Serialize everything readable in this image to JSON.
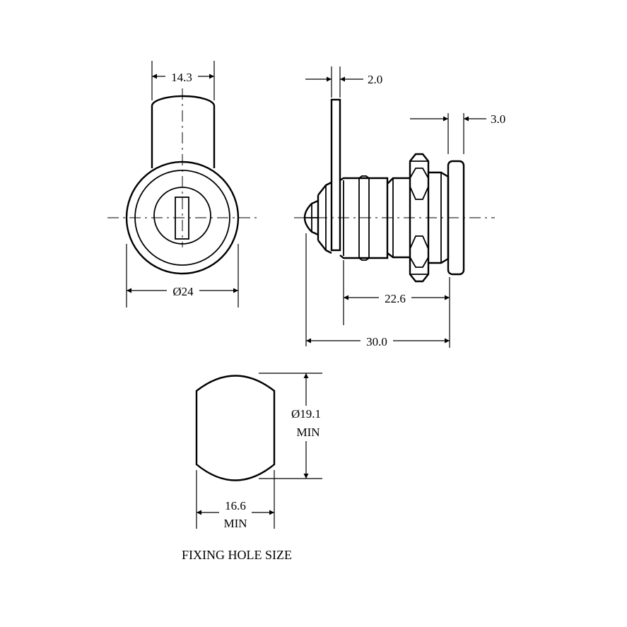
{
  "front_view": {
    "cam_width": "14.3",
    "body_diameter": "Ø24"
  },
  "side_view": {
    "cam_thickness": "2.0",
    "head_thickness": "3.0",
    "body_length": "22.6",
    "overall_length": "30.0"
  },
  "fixing_hole": {
    "diameter_value": "Ø19.1",
    "diameter_note": "MIN",
    "width_value": "16.6",
    "width_note": "MIN",
    "caption": "FIXING HOLE SIZE"
  }
}
